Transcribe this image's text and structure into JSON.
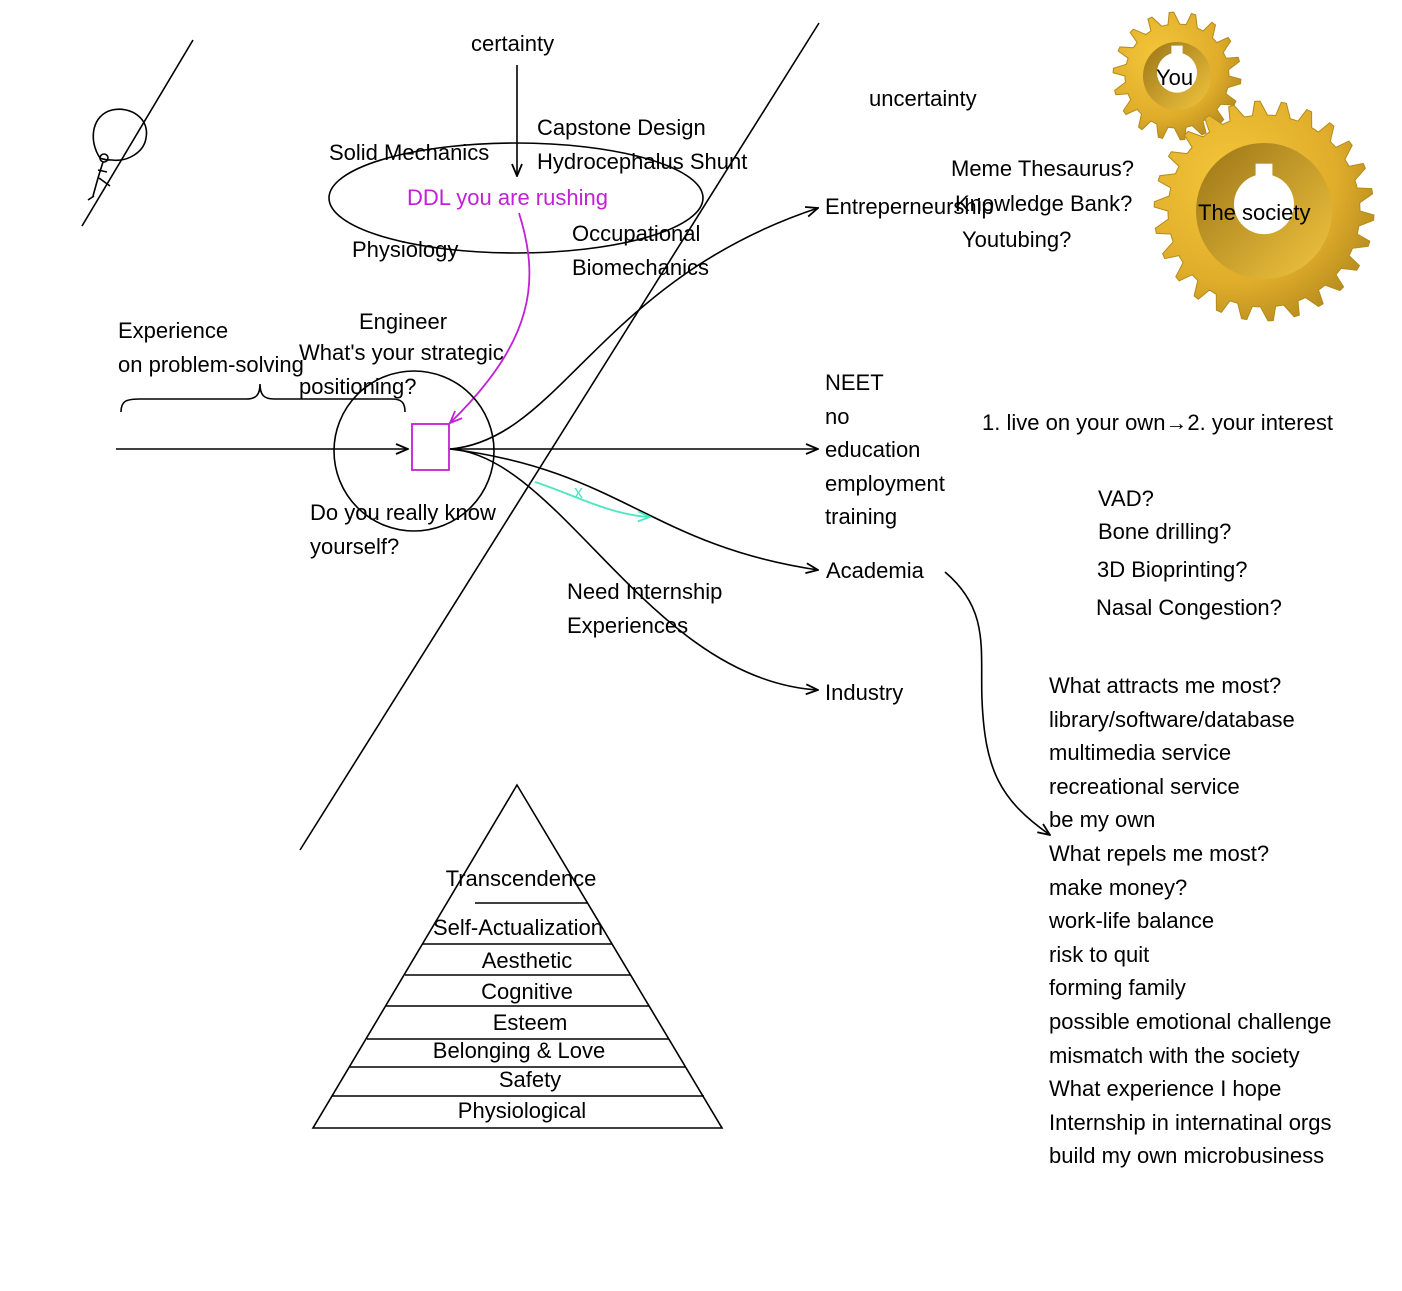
{
  "top": {
    "certainty": "certainty",
    "uncertainty": "uncertainty"
  },
  "gears": {
    "you": "You",
    "society": "The society",
    "color_light": "#f4c63a",
    "color_dark": "#b38a1c"
  },
  "ellipse_topics": {
    "solid_mechanics": "Solid Mechanics",
    "capstone": "Capstone Design",
    "shunt": "Hydrocephalus Shunt",
    "ddl": "DDL you are rushing",
    "physiology": "Physiology",
    "occupational": "Occupational",
    "biomechanics": "Biomechanics"
  },
  "center": {
    "experience": [
      "Experience",
      "on problem-solving"
    ],
    "engineer": "Engineer",
    "strategic": [
      "What's your strategic",
      "positioning?"
    ],
    "know_yourself": [
      "Do you really know",
      "yourself?"
    ],
    "internship": [
      "Need Internship",
      "Experiences"
    ],
    "cross_mark": "x"
  },
  "paths": {
    "entrepreneurship": "Entreperneurship",
    "neet": [
      "NEET",
      "no",
      "education",
      "employment",
      "training"
    ],
    "academia": "Academia",
    "industry": "Industry"
  },
  "entrepreneur_ideas": [
    "Meme Thesaurus?",
    "Knowledge Bank?",
    "Youtubing?"
  ],
  "priority": "1. live on your own→2. your interest",
  "research_topics": [
    "VAD?",
    "Bone drilling?",
    "3D Bioprinting?",
    "Nasal Congestion?"
  ],
  "reflection": [
    "What attracts me most?",
    "library/software/database",
    "multimedia service",
    "recreational service",
    "be my own",
    "What repels me most?",
    "make money?",
    "work-life balance",
    "risk to quit",
    "forming family",
    "possible emotional challenge",
    "mismatch with the society",
    "What experience I hope",
    "Internship in internatinal orgs",
    "build my own microbusiness"
  ],
  "pyramid": [
    "Transcendence",
    "Self-Actualization",
    "Aesthetic",
    "Cognitive",
    "Esteem",
    "Belonging & Love",
    "Safety",
    "Physiological"
  ],
  "colors": {
    "ink": "#000000",
    "magenta": "#c21fd6",
    "teal": "#4ee6c2"
  }
}
